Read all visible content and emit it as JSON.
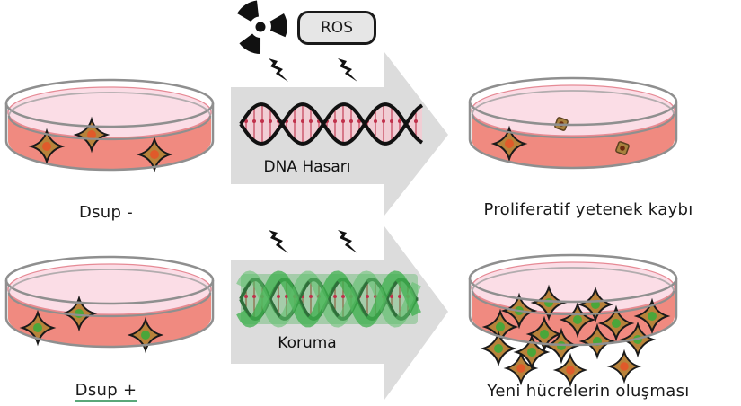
{
  "title": "Dsup protein protection of DNA from radiation and ROS",
  "colors": {
    "arrow_gray": "#dcdcdc",
    "medium_red": "#f08a80",
    "medium_pink": "#fbdde6",
    "dish_rim": "#8f8f8f",
    "cell_body": "#b8823a",
    "nucleus_unprotected": "#e05a2a",
    "nucleus_protected": "#4aa63a",
    "dna_protect_green": "#3fb04e",
    "dna_damage_red": "#c0304a",
    "underline_green": "#5aa87a"
  },
  "icons": {
    "radiation": "radiation-hazard-icon",
    "lightning": "lightning-bolt-icon",
    "dna": "dna-double-helix-icon",
    "petri_dish": "petri-dish-icon",
    "cell": "star-shaped-cell-icon"
  },
  "stressors": {
    "radiation_label": "radiation-hazard-icon",
    "ros_label": "ROS"
  },
  "rows": [
    {
      "id": "without-dsup",
      "condition_label": "Dsup -",
      "process_label": "DNA Hasarı",
      "outcome_label": "Proliferatif yetenek kaybı",
      "initial_cells": 3,
      "final_healthy_cells": 1,
      "final_dead_cells": 2
    },
    {
      "id": "with-dsup",
      "condition_label": "Dsup +",
      "process_label": "Koruma",
      "outcome_label": "Yeni hücrelerin oluşması",
      "initial_cells": 3,
      "final_healthy_cells": 16,
      "final_dead_cells": 0
    }
  ]
}
